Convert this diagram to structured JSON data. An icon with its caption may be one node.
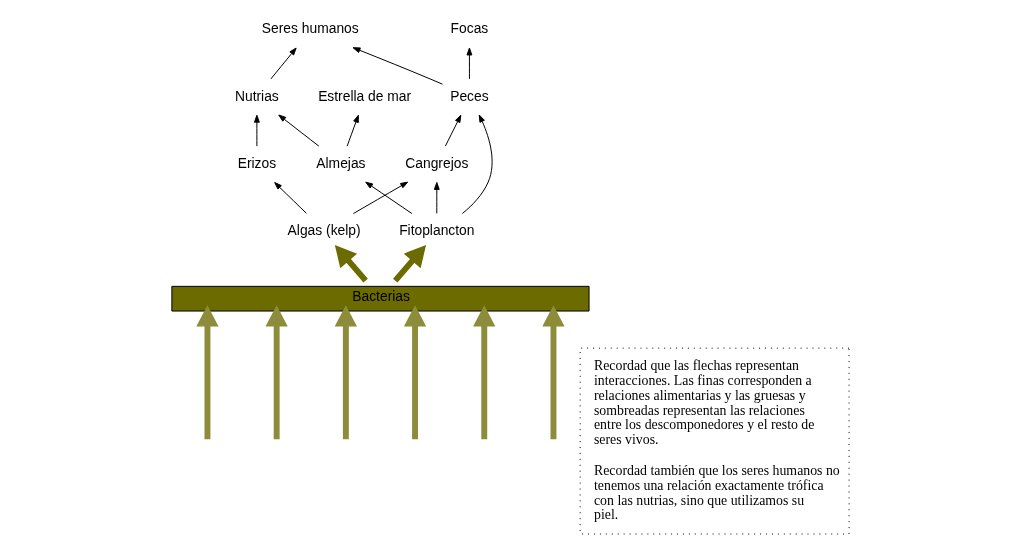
{
  "diagram": {
    "nodes": [
      {
        "text": [
          "Seres humanos"
        ]
      },
      {
        "text": [
          "Nutrias"
        ]
      },
      {
        "text": [
          "Focas"
        ]
      },
      {
        "text": [
          "Estrella de mar"
        ]
      },
      {
        "text": [
          "Almejas"
        ]
      },
      {
        "text": [
          "Peces"
        ]
      },
      {
        "text": [
          "Cangrejos"
        ]
      },
      {
        "text": [
          "Erizos"
        ]
      },
      {
        "text": [
          "Fitoplancton"
        ]
      },
      {
        "text": [
          "Algas (kelp)"
        ]
      },
      {
        "text": [
          "Bacterias"
        ]
      },
      {
        "text": [
          "Recordad que las flechas representan interacciones. Las finas corresponden a relaciones alimentarias y las gruesas y sombreadas representan las relaciones entre los descomponedores y el resto de seres vivos.",
          "Recordad también que los seres humanos no tenemos una relación exactamente trófica con las nutrias, sino que utilizamos su piel."
        ]
      }
    ],
    "edges": [
      {
        "from": 1,
        "to": 0,
        "arrow": "to"
      },
      {
        "from": 5,
        "to": 0,
        "arrow": "to"
      },
      {
        "from": 4,
        "to": 1,
        "arrow": "to"
      },
      {
        "from": 5,
        "to": 2,
        "arrow": "to"
      },
      {
        "from": 4,
        "to": 3,
        "arrow": "to"
      },
      {
        "from": 8,
        "to": 4,
        "arrow": "to"
      },
      {
        "from": 8,
        "to": 5,
        "arrow": "to"
      },
      {
        "from": 8,
        "to": 6,
        "arrow": "to"
      },
      {
        "from": 6,
        "to": 5,
        "arrow": "to"
      },
      {
        "from": 9,
        "to": 6,
        "arrow": "to"
      },
      {
        "from": 9,
        "to": 7,
        "arrow": "to"
      },
      {
        "from": 7,
        "to": 1,
        "arrow": "to"
      },
      {
        "from": null,
        "to": 10,
        "arrow": "to",
        "style": "thick",
        "color": "#8c8c3a"
      },
      {
        "from": null,
        "to": 10,
        "arrow": "to",
        "style": "thick",
        "color": "#8c8c3a"
      },
      {
        "from": null,
        "to": 10,
        "arrow": "to",
        "style": "thick",
        "color": "#8c8c3a"
      },
      {
        "from": null,
        "to": 10,
        "arrow": "to",
        "style": "thick",
        "color": "#8c8c3a"
      },
      {
        "from": null,
        "to": 10,
        "arrow": "to",
        "style": "thick",
        "color": "#8c8c3a"
      },
      {
        "from": null,
        "to": 10,
        "arrow": "to",
        "style": "thick",
        "color": "#8c8c3a"
      },
      {
        "from": 10,
        "to": 8,
        "arrow": "to",
        "style": "thick",
        "color": "#6b6b00"
      },
      {
        "from": 10,
        "to": 9,
        "arrow": "to",
        "style": "thick",
        "color": "#6b6b00"
      }
    ]
  }
}
